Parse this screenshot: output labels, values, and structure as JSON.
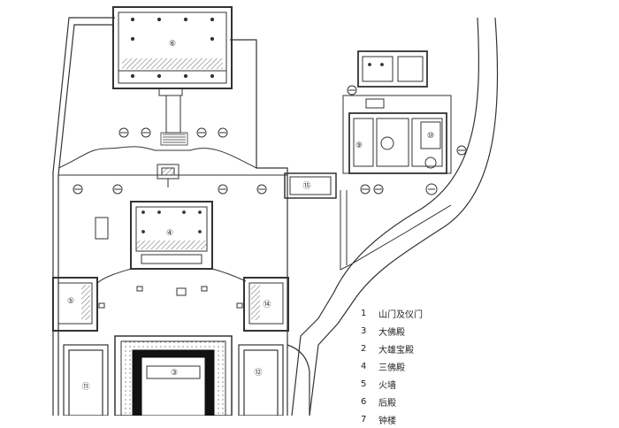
{
  "legend": {
    "items": [
      {
        "num": "1",
        "label": "山门及仪门"
      },
      {
        "num": "3",
        "label": "大佛殿"
      },
      {
        "num": "2",
        "label": "大雄宝殿"
      },
      {
        "num": "4",
        "label": "三佛殿"
      },
      {
        "num": "5",
        "label": "火墙"
      },
      {
        "num": "6",
        "label": "后殿"
      },
      {
        "num": "7",
        "label": "钟楼"
      }
    ]
  },
  "markers": {
    "m1": "③",
    "m2": "⑤",
    "m3": "④",
    "m4": "⑪",
    "m5": "⑫",
    "m6": "⑮",
    "m7": "⑭",
    "m8": "⑥",
    "m9": "⑨",
    "m10": "⑩"
  },
  "colors": {
    "line": "#333333",
    "hatch": "#555555",
    "hall-fill": "#111111"
  }
}
